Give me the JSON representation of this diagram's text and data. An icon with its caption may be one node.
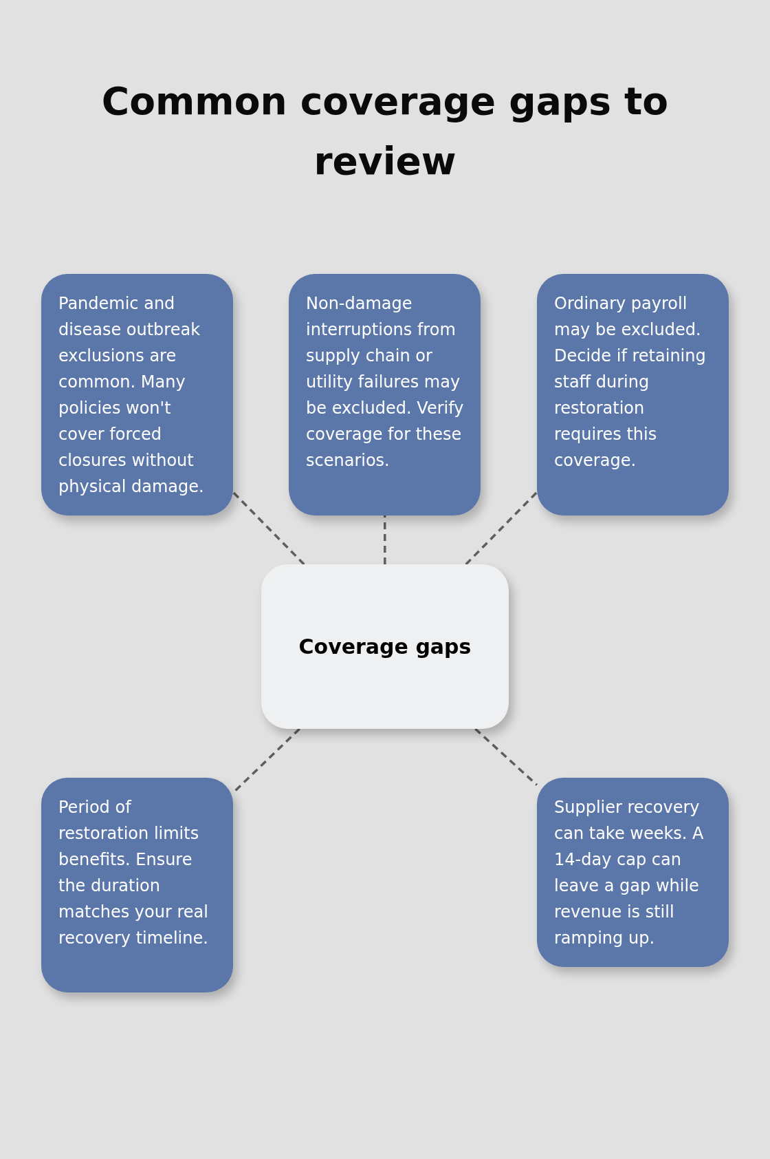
{
  "diagram": {
    "title": "Common coverage gaps to review",
    "nodes": [
      {
        "text": [
          "Pandemic and disease outbreak exclusions are common. Many policies won't cover forced closures without physical damage."
        ]
      },
      {
        "text": [
          "Non-damage interruptions from supply chain or utility failures may be excluded. Verify coverage for these scenarios."
        ]
      },
      {
        "text": [
          "Ordinary payroll may be excluded. Decide if retaining staff during restoration requires this coverage."
        ]
      },
      {
        "text": [
          "Coverage gaps"
        ]
      },
      {
        "text": [
          "Period of restoration limits benefits. Ensure the duration matches your real recovery timeline."
        ]
      },
      {
        "text": [
          "Supplier recovery can take weeks. A 14-day cap can leave a gap while revenue is still ramping up."
        ]
      }
    ],
    "edges": [
      {
        "from": 3,
        "to": 0,
        "arrow": "none",
        "style": "dashed"
      },
      {
        "from": 3,
        "to": 1,
        "arrow": "none",
        "style": "dashed"
      },
      {
        "from": 3,
        "to": 2,
        "arrow": "none",
        "style": "dashed"
      },
      {
        "from": 3,
        "to": 4,
        "arrow": "none",
        "style": "dashed"
      },
      {
        "from": 3,
        "to": 5,
        "arrow": "none",
        "style": "dashed"
      }
    ]
  }
}
